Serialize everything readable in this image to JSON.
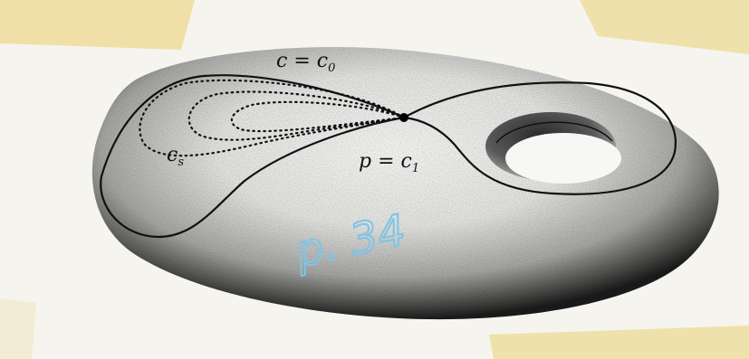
{
  "labels": {
    "top_curve": "c = c",
    "top_curve_sub": "0",
    "left_region": "c",
    "left_region_sub": "s",
    "critical_point": "p = c",
    "critical_point_sub": "1"
  },
  "annotation": {
    "handwritten_note": "p. 34",
    "ink_color": "#7fc4e4"
  },
  "colors": {
    "paper": "#f4f1ea",
    "tape": "#eedc9a",
    "curve": "#111111"
  }
}
